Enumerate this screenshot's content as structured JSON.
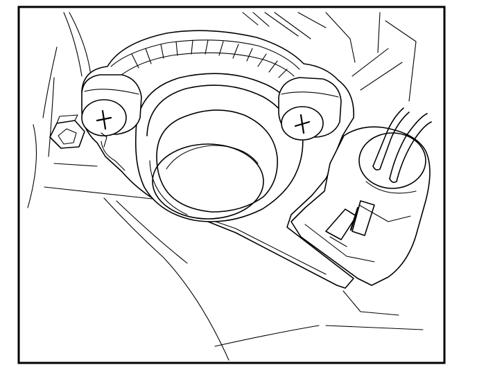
{
  "figure": {
    "kind": "line-art illustration",
    "frame_color": "#000000",
    "background_color": "#ffffff",
    "parts": [
      "mounting-bracket",
      "left-mounting-screw",
      "right-mounting-screw",
      "lower-left-bolt",
      "circular-housing",
      "electrical-connector",
      "connector-wires"
    ],
    "icons": {
      "screw_head": "phillips-screw-icon",
      "bolt_head": "hex-bolt-icon"
    }
  }
}
